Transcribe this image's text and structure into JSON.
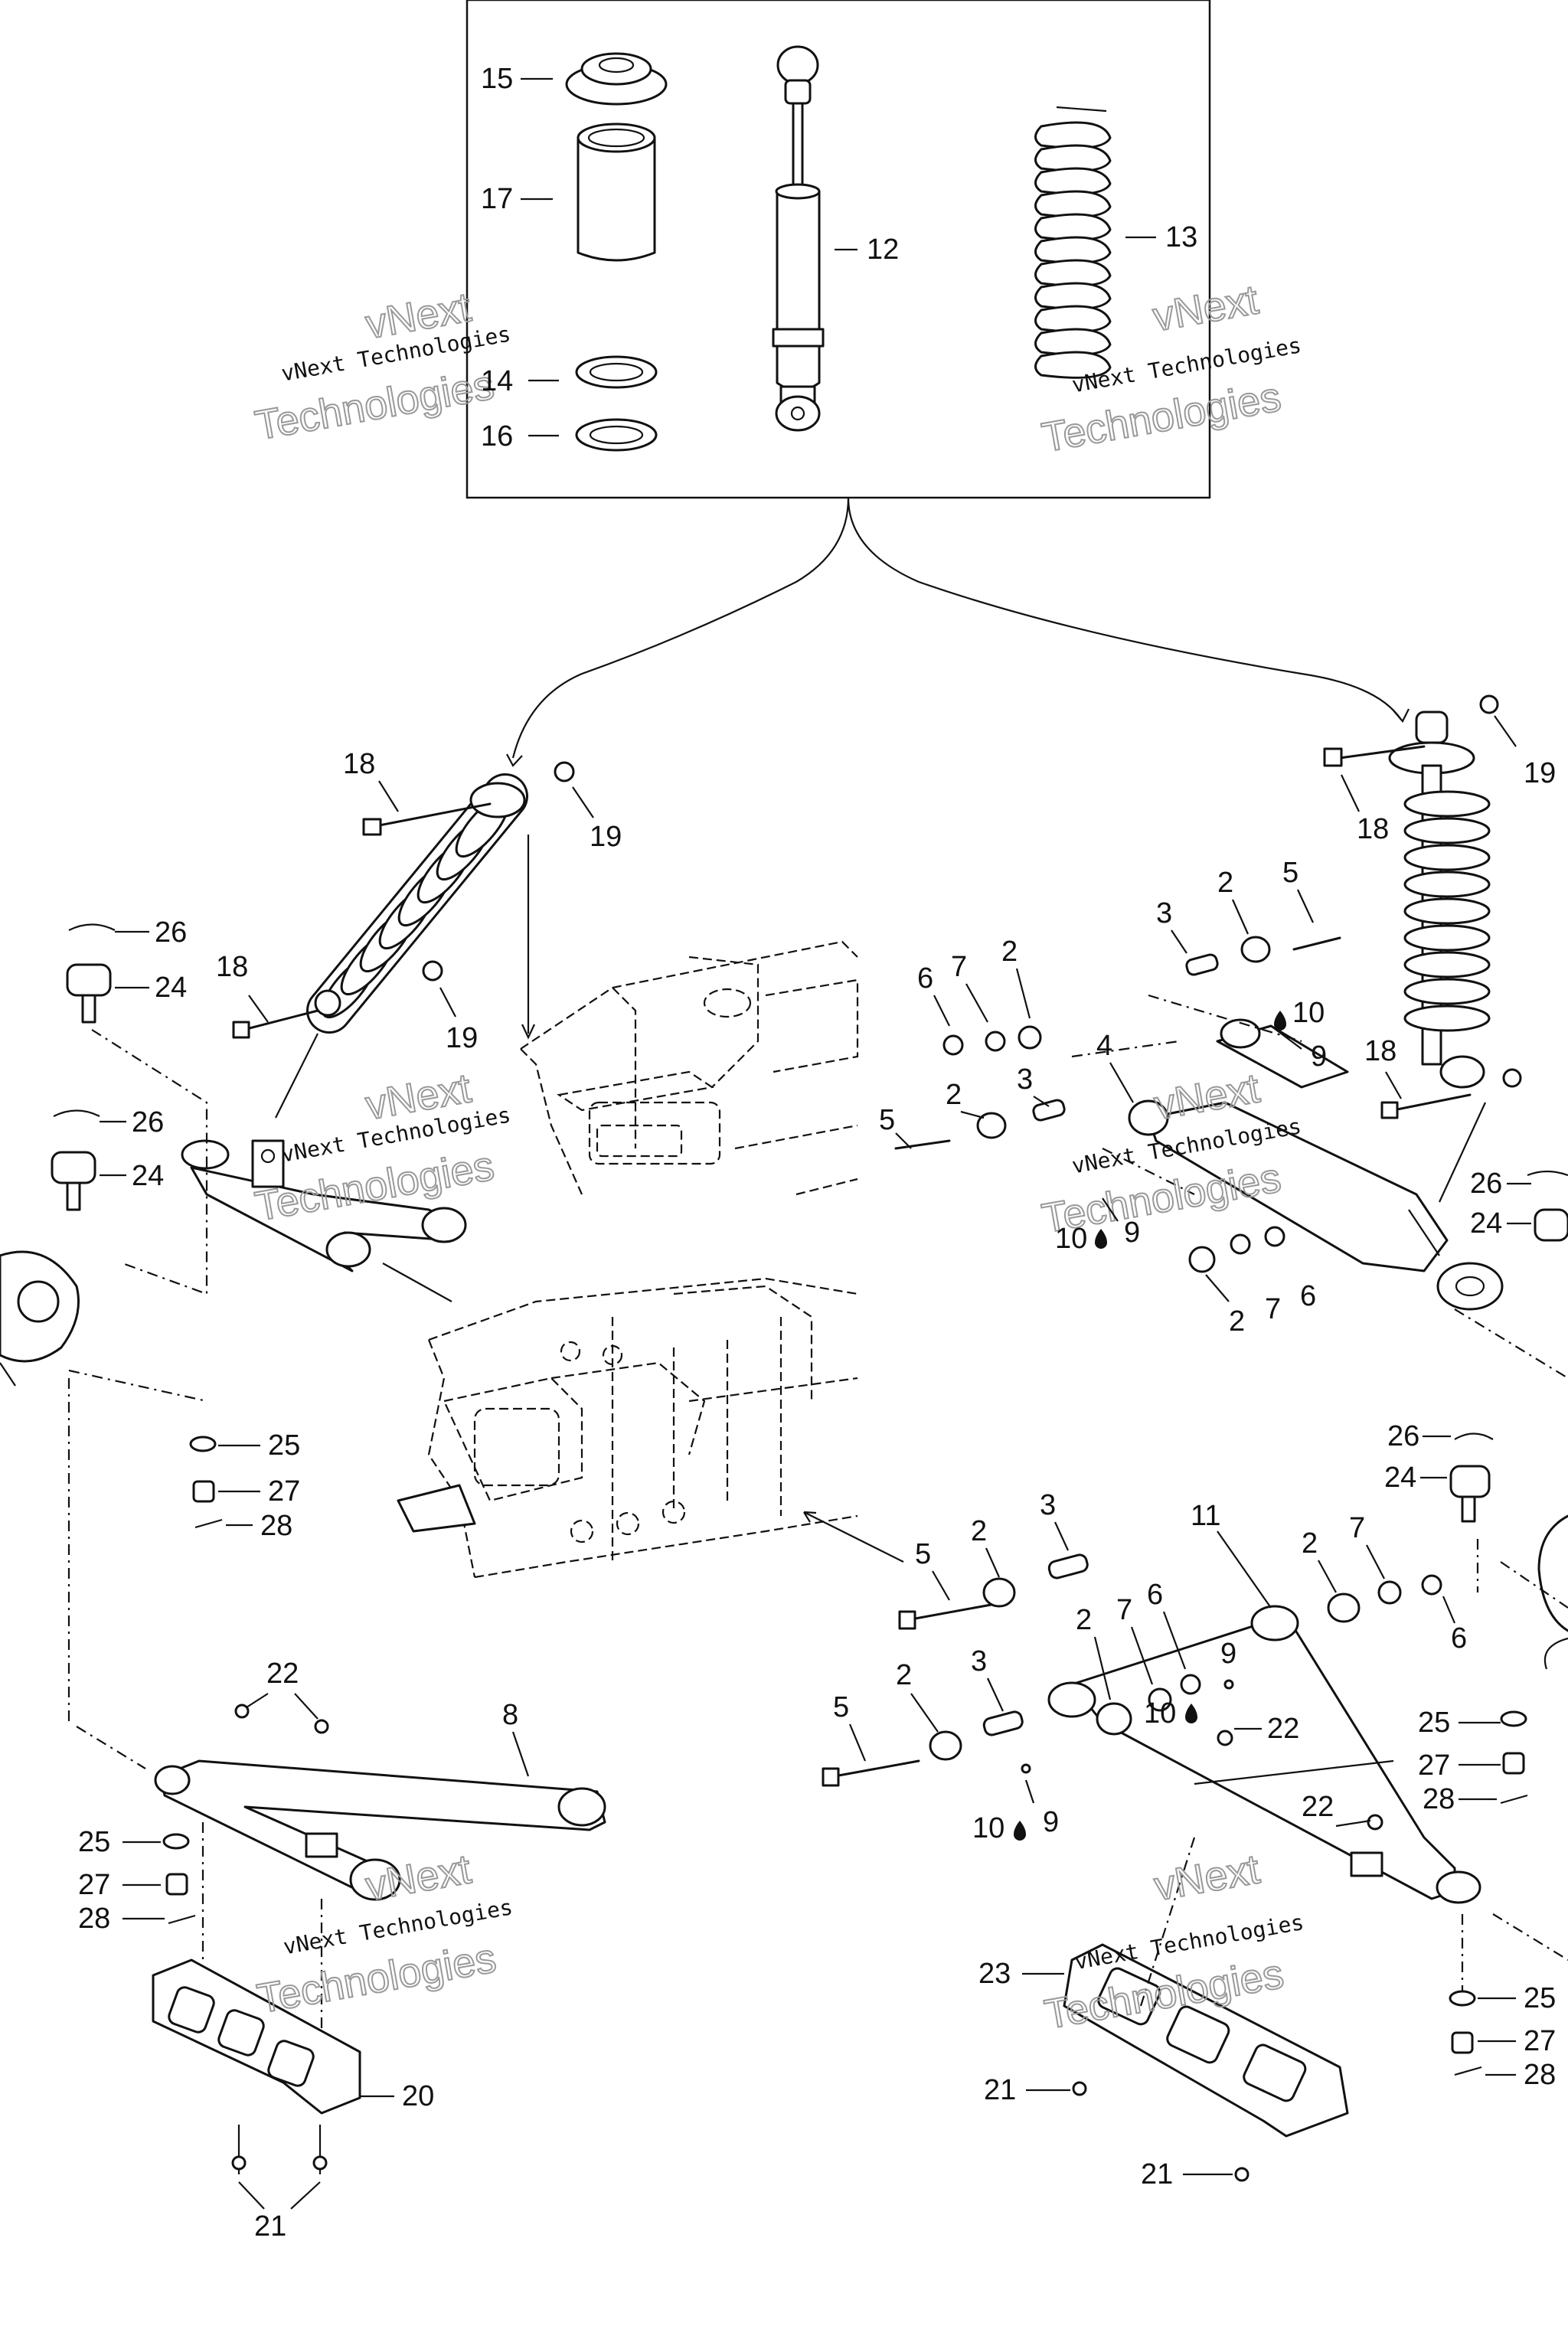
{
  "watermark": {
    "line1": "vNext",
    "line2": "vNext Technologies",
    "line3": "Technologies"
  },
  "callouts": {
    "c15": "15",
    "c17": "17",
    "c12": "12",
    "c13": "13",
    "c14": "14",
    "c16": "16",
    "l18a": "18",
    "l19a": "19",
    "l18b": "18",
    "l19b": "19",
    "l26a": "26",
    "l24a": "24",
    "l26b": "26",
    "l24b": "24",
    "l25a": "25",
    "l27a": "27",
    "l28a": "28",
    "r18a": "18",
    "r19a": "19",
    "r18b": "18",
    "r3a": "3",
    "r2a": "2",
    "r5a": "5",
    "r6a": "6",
    "r7a": "7",
    "r2b": "2",
    "r10a": "10",
    "r9a": "9",
    "r4": "4",
    "r5b": "5",
    "r2c": "2",
    "r3b": "3",
    "r10b": "10",
    "r9b": "9",
    "r2d": "2",
    "r7b": "7",
    "r6b": "6",
    "r26": "26",
    "r24": "24",
    "m26": "26",
    "m24": "24",
    "m11": "11",
    "m5a": "5",
    "m2a": "2",
    "m3a": "3",
    "m2b": "2",
    "m7a": "7",
    "m6a": "6",
    "m2c": "2",
    "m7b": "7",
    "m6b": "6",
    "m9a": "9",
    "m10a": "10",
    "m5b": "5",
    "m2d": "2",
    "m3b": "3",
    "m22a": "22",
    "m10b": "10",
    "m9b": "9",
    "m22b": "22",
    "m25": "25",
    "m27": "27",
    "m28": "28",
    "b22": "22",
    "b8": "8",
    "b25": "25",
    "b27": "27",
    "b28": "28",
    "b20": "20",
    "b21": "21",
    "s23": "23",
    "s21a": "21",
    "s21b": "21",
    "s25": "25",
    "s27": "27",
    "s28": "28"
  }
}
